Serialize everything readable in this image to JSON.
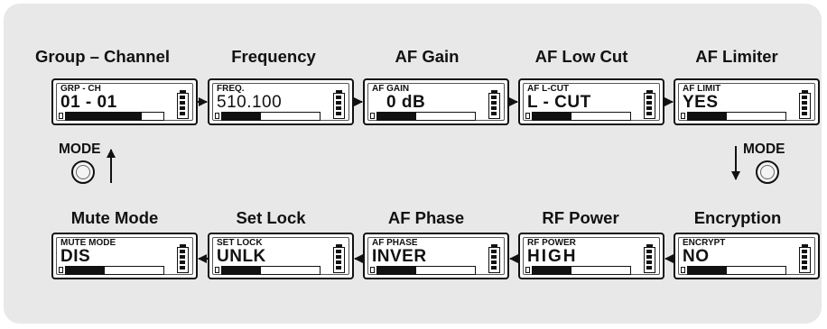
{
  "top_row": [
    {
      "title": "Group – Channel",
      "label": "GRP - CH",
      "value": "01 - 01",
      "level": 0.78,
      "bold": true
    },
    {
      "title": "Frequency",
      "label": "FREQ.",
      "value": "510.100",
      "level": 0.4,
      "bold": false
    },
    {
      "title": "AF Gain",
      "label": "AF GAIN",
      "value": "0 dB",
      "level": 0.4,
      "bold": true
    },
    {
      "title": "AF Low Cut",
      "label": "AF L-CUT",
      "value": "L - CUT",
      "level": 0.4,
      "bold": true
    },
    {
      "title": "AF Limiter",
      "label": "AF LIMIT",
      "value": "YES",
      "level": 0.4,
      "bold": true
    }
  ],
  "bottom_row": [
    {
      "title": "Mute Mode",
      "label": "MUTE MODE",
      "value": "DIS",
      "level": 0.4,
      "bold": true
    },
    {
      "title": "Set Lock",
      "label": "SET LOCK",
      "value": "UNLK",
      "level": 0.4,
      "bold": true
    },
    {
      "title": "AF Phase",
      "label": "AF PHASE",
      "value": "INVER",
      "level": 0.4,
      "bold": true
    },
    {
      "title": "RF Power",
      "label": "RF POWER",
      "value": "HIGH",
      "level": 0.4,
      "bold": true
    },
    {
      "title": "Encryption",
      "label": "ENCRYPT",
      "value": "NO",
      "level": 0.4,
      "bold": true
    }
  ],
  "mode_left": {
    "label": "MODE"
  },
  "mode_right": {
    "label": "MODE"
  }
}
